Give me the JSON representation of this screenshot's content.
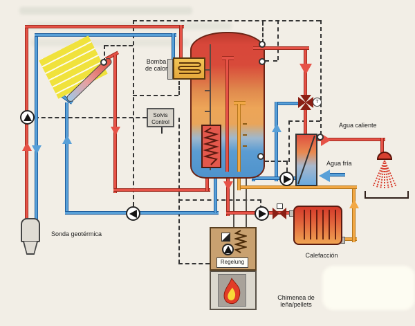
{
  "diagram": {
    "type": "heating-system-schematic",
    "labels": {
      "heat_pump_line1": "Bomba",
      "heat_pump_line2": "de calor",
      "controller_line1": "Solvis",
      "controller_line2": "Control",
      "hot_water": "Agua caliente",
      "cold_water": "Agua fría",
      "geothermal_probe": "Sonda geotérmica",
      "radiator": "Calefacción",
      "chimney_line1": "Chimenea de",
      "chimney_line2": "leña/pellets",
      "stove_controller": "Regelung",
      "temp_sensor": "T"
    },
    "colors": {
      "bg": "#f2eee6",
      "pipe-red": "#e65247",
      "pipe-red-dark": "#9c2a1e",
      "pipe-blue": "#58a0d8",
      "pipe-blue-dark": "#1d5c9c",
      "pipe-orange": "#f2a845",
      "pipe-orange-dark": "#b5761a",
      "dash": "#333333",
      "tank-hot": "#d8473a",
      "tank-warm": "#eda558",
      "tank-cold": "#5b9cd2",
      "panel-yellow": "#f0e23c",
      "stove-tan": "#c9a170",
      "flame-red": "#e23c28",
      "flame-yellow": "#f8d838"
    }
  }
}
